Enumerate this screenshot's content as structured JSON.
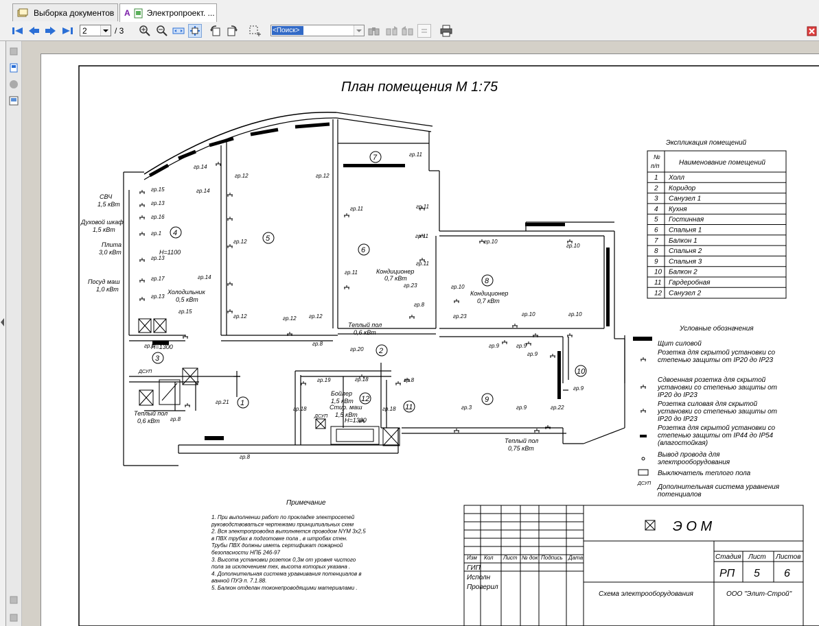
{
  "tabs": [
    {
      "label": "Выборка документов"
    },
    {
      "label": "Электропроект. ..."
    }
  ],
  "toolbar": {
    "page_current": "2",
    "page_total": "/ 3",
    "search_placeholder": "<Поиск>"
  },
  "drawing": {
    "title": "План помещения М 1:75",
    "explication_title": "Экспликация помещений",
    "explication_header": {
      "num": "№ п/п",
      "name": "Наименование помещений"
    },
    "rooms": [
      {
        "num": "1",
        "name": "Холл"
      },
      {
        "num": "2",
        "name": "Коридор"
      },
      {
        "num": "3",
        "name": "Санузел 1"
      },
      {
        "num": "4",
        "name": "Кухня"
      },
      {
        "num": "5",
        "name": "Гостинная"
      },
      {
        "num": "6",
        "name": "Спальня 1"
      },
      {
        "num": "7",
        "name": "Балкон 1"
      },
      {
        "num": "8",
        "name": "Спальня 2"
      },
      {
        "num": "9",
        "name": "Спальня 3"
      },
      {
        "num": "10",
        "name": "Балкон 2"
      },
      {
        "num": "11",
        "name": "Гардеробная"
      },
      {
        "num": "12",
        "name": "Санузел 2"
      }
    ],
    "legend_title": "Условные обозначения",
    "legend": [
      {
        "lines": [
          "Щит силовой"
        ]
      },
      {
        "lines": [
          "Розетка для скрытой установки со",
          "степенью защиты от IP20 до IP23"
        ]
      },
      {
        "lines": [
          "Сдвоенная розетка для скрытой",
          "установки со степенью защиты от",
          "IP20 до IP23"
        ]
      },
      {
        "lines": [
          "Розетка силовая для скрытой",
          "установки со степенью защиты от",
          "IP20 до IP23"
        ]
      },
      {
        "lines": [
          "Розетка для скрытой установки со",
          "степенью защиты от IP44 до IP54",
          "(влагостойкая)"
        ]
      },
      {
        "lines": [
          "Вывод провода для",
          "электрооборудования"
        ]
      },
      {
        "lines": [
          "Выключатель теплого пола"
        ]
      },
      {
        "lines": [
          "Дополнительная система уравнения",
          "потенциалов"
        ]
      }
    ],
    "notes_title": "Примечание",
    "notes": [
      "1. При выполнении работ по прокладке электросетей",
      "руководствоваться чертежами принципиальных схем",
      "2. Вся электропроводка выполняется проводом NYM 3х2,5",
      "в ПВХ трубах в подготовке пола , в штробах стен.",
      "Трубы ПВХ должны иметь сертификат пожарной",
      "безопасности НПБ 246-97",
      "3. Высота установки розеток 0,3м от уровня чистого",
      "пола за исключением тех, высота которых указана .",
      "4. Дополнительная система уравнивания потенциалов в",
      "ванной ПУЭ п. 7.1.88.",
      "5. Балкон отделан токонепроводящими материалами ."
    ],
    "stamp": {
      "code": "Э О М",
      "col_headers": [
        "Изм",
        "Кол",
        "Лист",
        "№ док",
        "Подпись",
        "Дата"
      ],
      "rows": [
        "ГИП",
        "Исполн",
        "Проверил"
      ],
      "stage_label": "Стадия",
      "sheet_label": "Лист",
      "sheets_label": "Листов",
      "stage": "РП",
      "sheet": "5",
      "sheets": "6",
      "description": "Схема электрооборудования",
      "company": "ООО \"Элит-Строй\""
    },
    "plan_labels": {
      "svch": "СВЧ",
      "svch_kw": "1,5 кВт",
      "oven": "Духовой шкаф",
      "oven_kw": "1,5 кВт",
      "stove": "Плита",
      "stove_kw": "3,0 кВт",
      "h1100": "Н=1100",
      "dish": "Посуд маш",
      "dish_kw": "1,0 кВт",
      "fridge": "Холодильник",
      "fridge_kw": "0,5 кВт",
      "h1300": "Н=1300",
      "warm1": "Теплый пол",
      "warm1_kw": "0,6 кВт",
      "warm2": "Теплый пол",
      "warm2_kw": "0,6 кВт",
      "warm3": "Теплый пол",
      "warm3_kw": "0,75 кВт",
      "ac1": "Кондиционер",
      "ac1_kw": "0,7 кВт",
      "ac2": "Кондиционер",
      "ac2_kw": "0,7 кВт",
      "boiler": "Бойлер",
      "boiler_kw": "1,5 кВт",
      "wash": "Стир. маш",
      "wash_kw": "1,5 кВт",
      "h1300b": "Н=1300",
      "dsup": "ДСУП"
    },
    "groups": [
      "гр.15",
      "гр.13",
      "гр.16",
      "гр.1",
      "гр.13",
      "гр.17",
      "гр.13",
      "гр.14",
      "гр.15",
      "гр.14",
      "гр.14",
      "гр.12",
      "гр.12",
      "гр.12",
      "гр.12",
      "гр.12",
      "гр.11",
      "гр.11",
      "гр.11",
      "гр.11",
      "гр.11",
      "гр.11",
      "гр.23",
      "гр.10",
      "гр.10",
      "гр.10",
      "гр.23",
      "гр.8",
      "гр.10",
      "гр.10",
      "гр.9",
      "гр.9",
      "гр.9",
      "гр.8",
      "гр.8",
      "гр.20",
      "гр.19",
      "гр.18",
      "гр.18",
      "гр.18",
      "гр.21",
      "гр.8",
      "гр.3",
      "гр.9",
      "гр.22",
      "гр.8",
      "гр.8",
      "гр.9",
      "гр.12"
    ]
  }
}
